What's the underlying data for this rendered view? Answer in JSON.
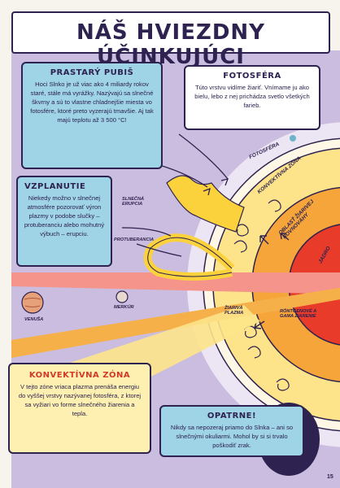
{
  "title": "NÁŠ HVIEZDNY ÚČINKUJÚCI",
  "boxes": {
    "pubis": {
      "heading": "PRASTARÝ PUBIŠ",
      "text": "Hoci Slnko je už viac ako 4 miliardy rokov staré, stále má vyrážky. Nazývajú sa slnečné škvrny a sú to vlastne chladnejšie miesta vo fotosfére, ktoré preto vyzerajú tmavšie. Aj tak majú teplotu až 3 500 °C!"
    },
    "fotosfera": {
      "heading": "FOTOSFÉRA",
      "text": "Túto vrstvu vidíme žiariť. Vnímame ju ako bielu, lebo z nej prichádza svetlo všetkých farieb."
    },
    "vzplanutie": {
      "heading": "VZPLANUTIE",
      "text": "Niekedy možno v slnečnej atmosfére pozorovať výron plazmy v podobe slučky – protuberanciu alebo mohutný výbuch – erupciu."
    },
    "konvektivna": {
      "heading": "KONVEKTÍVNA ZÓNA",
      "text": "V tejto zóne vriaca plazma prenáša energiu do vyššej vrstvy nazývanej fotosféra, z ktorej sa vyžiari vo forme slnečného žiarenia a tepla."
    },
    "opatrne": {
      "heading": "OPATRNE!",
      "text": "Nikdy sa nepozeraj priamo do Slnka – ani so slnečnými okuliarmi. Mohol by si si trvalo poškodiť zrak."
    }
  },
  "labels": {
    "slnecna_erupcia": "SLNEČNÁ ERUPCIA",
    "protuberancia": "PROTUBERANCIA",
    "fotosfera_arc": "FOTOSFÉRA",
    "konvektivna_arc": "KONVEKTÍVNA ZÓNA",
    "ziarive_arc": "OBLASŤ ŽIARIVEJ ROVNOVÁHY",
    "jadro": "JADRO",
    "ziariva_plazma": "ŽIARIVÁ PLAZMA",
    "rontgenove": "RÖNTGENOVÉ A GAMA ŽIARENIE",
    "venusa": "VENUŠA",
    "merkur": "MERKÚR"
  },
  "page_number": "15",
  "colors": {
    "background_purple": "#cbbddf",
    "box_blue": "#9fd3e6",
    "box_yellow": "#fdf0b0",
    "sun_core": "#e83b2a",
    "sun_orange": "#f28c28",
    "sun_yellow": "#fcd23c",
    "outline": "#2d2250"
  }
}
